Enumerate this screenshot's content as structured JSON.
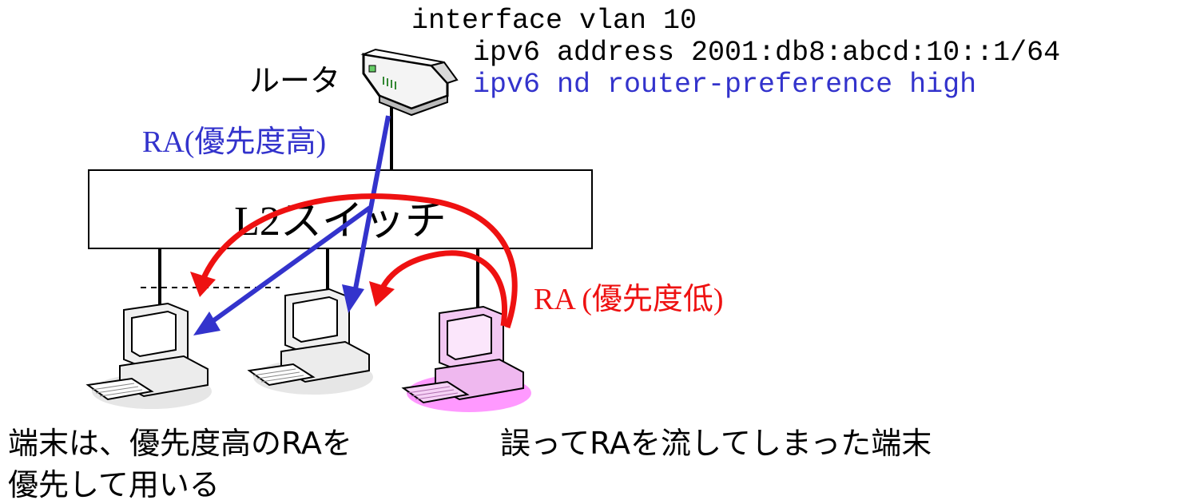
{
  "config": {
    "line1": "interface vlan 10",
    "line2": "ipv6 address 2001:db8:abcd:10::1/64",
    "line3": "ipv6 nd router-preference high"
  },
  "router": {
    "label": "ルータ",
    "icon": "router-icon"
  },
  "switch": {
    "label": "L2スイッチ"
  },
  "ra_high": {
    "label": "RA(優先度高)",
    "color": "#3333cc"
  },
  "ra_low": {
    "label": "RA (優先度低)",
    "color": "#ee1111"
  },
  "terminals": {
    "normal_icon": "desktop-pc-icon",
    "rogue_color": "#ff99ff"
  },
  "captions": {
    "left_line1": "端末は、優先度高のRAを",
    "left_line2": "優先して用いる",
    "right": "誤ってRAを流してしまった端末"
  }
}
